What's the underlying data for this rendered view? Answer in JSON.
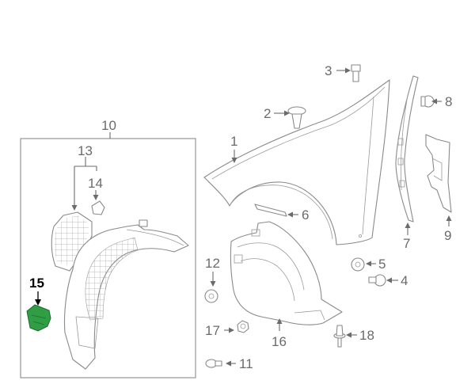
{
  "diagram": {
    "accent_color": "#2f9e44",
    "callouts": [
      {
        "id": "c1",
        "text": "1"
      },
      {
        "id": "c2",
        "text": "2"
      },
      {
        "id": "c3",
        "text": "3"
      },
      {
        "id": "c4",
        "text": "4"
      },
      {
        "id": "c5",
        "text": "5"
      },
      {
        "id": "c6",
        "text": "6"
      },
      {
        "id": "c7",
        "text": "7"
      },
      {
        "id": "c8",
        "text": "8"
      },
      {
        "id": "c9",
        "text": "9"
      },
      {
        "id": "c10",
        "text": "10"
      },
      {
        "id": "c11",
        "text": "11"
      },
      {
        "id": "c12",
        "text": "12"
      },
      {
        "id": "c13",
        "text": "13"
      },
      {
        "id": "c14",
        "text": "14"
      },
      {
        "id": "c15",
        "text": "15",
        "highlighted": true
      },
      {
        "id": "c16",
        "text": "16"
      },
      {
        "id": "c17",
        "text": "17"
      },
      {
        "id": "c18",
        "text": "18"
      }
    ]
  }
}
